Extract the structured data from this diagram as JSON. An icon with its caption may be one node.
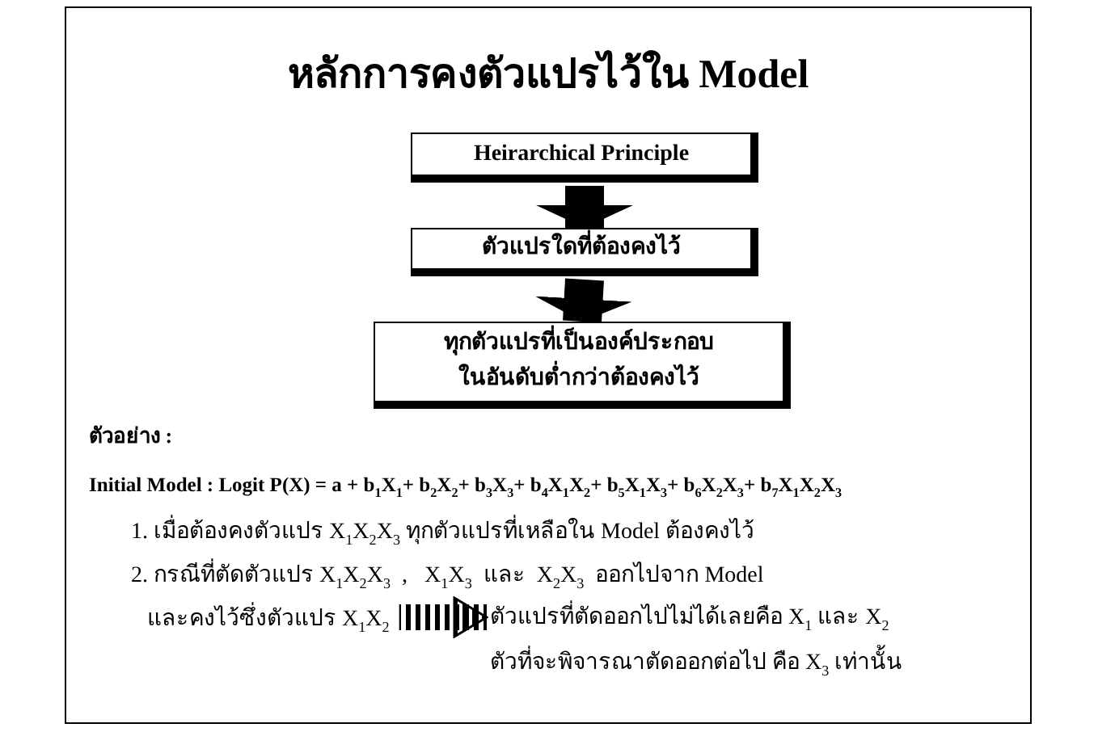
{
  "diagram": {
    "title": "หลักการคงตัวแปรไว้ใน Model",
    "nodes": [
      {
        "text": [
          "Heirarchical Principle"
        ]
      },
      {
        "text": [
          "ตัวแปรใดที่ต้องคงไว้"
        ]
      },
      {
        "text": [
          "ทุกตัวแปรที่เป็นองค์ประกอบในอันดับต่ำกว่าต้องคงไว้"
        ]
      },
      {
        "text": [
          "และคงไว้ซึ่งตัวแปร X$_{1}$X$_{2}$"
        ]
      },
      {
        "text": [
          "ตัวแปรที่ตัดออกไปไม่ได้เลยคือ X$_{1}$ และ X$_{2}$",
          "ตัวที่จะพิจารณาตัดออกต่อไป คือ X$_{3}$ เท่านั้น"
        ]
      }
    ],
    "edges": [
      {
        "from": 0,
        "to": 1,
        "arrow": "to"
      },
      {
        "from": 1,
        "to": 2,
        "arrow": "to"
      },
      {
        "from": 3,
        "to": 4,
        "arrow": "to"
      }
    ],
    "labels": [
      "ตัวอย่าง :",
      "Initial Model : Logit P(X) = a + b$_{1}$X$_{1}$+ b$_{2}$X$_{2}$+ b$_{3}$X$_{3}$+ b$_{4}$X$_{1}$X$_{2}$+ b$_{5}$X$_{1}$X$_{3}$+ b$_{6}$X$_{2}$X$_{3}$+ b$_{7}$X$_{1}$X$_{2}$X$_{3}$",
      "1. เมื่อต้องคงตัวแปร X$_{1}$X$_{2}$X$_{3}$ ทุกตัวแปรที่เหลือใน Model ต้องคงไว้",
      "2. กรณีที่ตัดตัวแปร X$_{1}$X$_{2}$X$_{3}$  ,   X$_{1}$X$_{3}$  และ  X$_{2}$X$_{3}$  ออกไปจาก Model"
    ]
  }
}
